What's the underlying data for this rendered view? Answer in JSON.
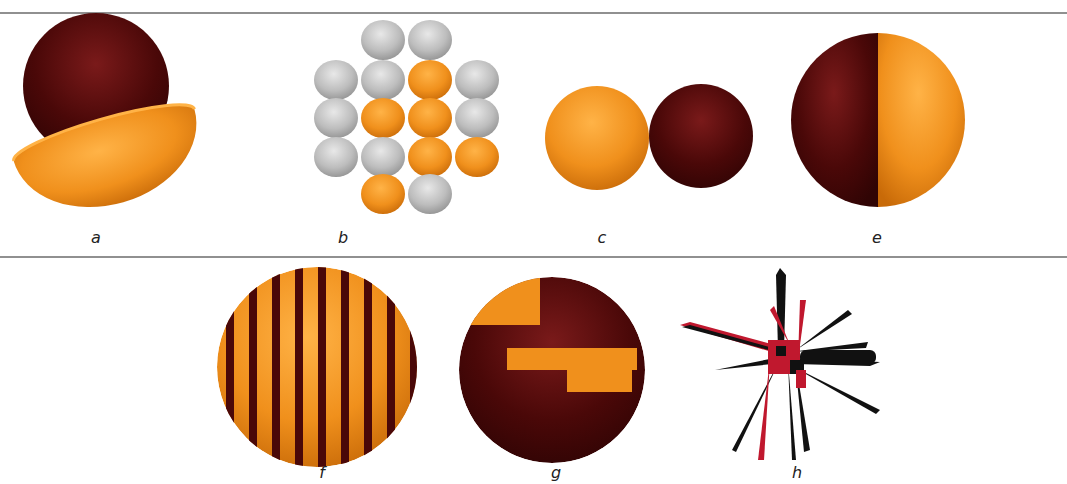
{
  "diagram": {
    "labels": [
      "a",
      "b",
      "c",
      "e",
      "f",
      "g",
      "h"
    ]
  }
}
